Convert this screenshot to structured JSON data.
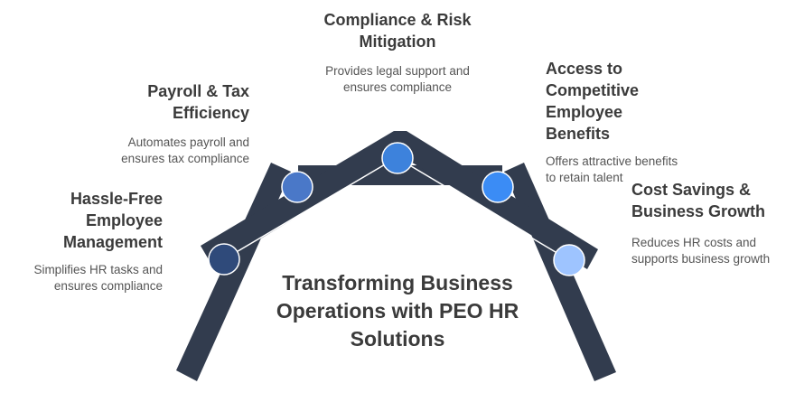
{
  "title": "Transforming Business Operations with PEO HR Solutions",
  "items": [
    {
      "title": "Hassle-Free Employee Management",
      "desc": "Simplifies HR tasks and ensures compliance",
      "color": "#2f4a7a"
    },
    {
      "title": "Payroll & Tax Efficiency",
      "desc": "Automates payroll and ensures tax compliance",
      "color": "#4a78c8"
    },
    {
      "title": "Compliance & Risk Mitigation",
      "desc": "Provides legal support and ensures compliance",
      "color": "#3d82dc"
    },
    {
      "title": "Access to Competitive Employee Benefits",
      "desc": "Offers attractive benefits to retain talent",
      "color": "#3b8cf5"
    },
    {
      "title": "Cost Savings & Business Growth",
      "desc": "Reduces HR costs and supports business growth",
      "color": "#9ec4ff"
    }
  ],
  "beam_color": "#323c4e"
}
